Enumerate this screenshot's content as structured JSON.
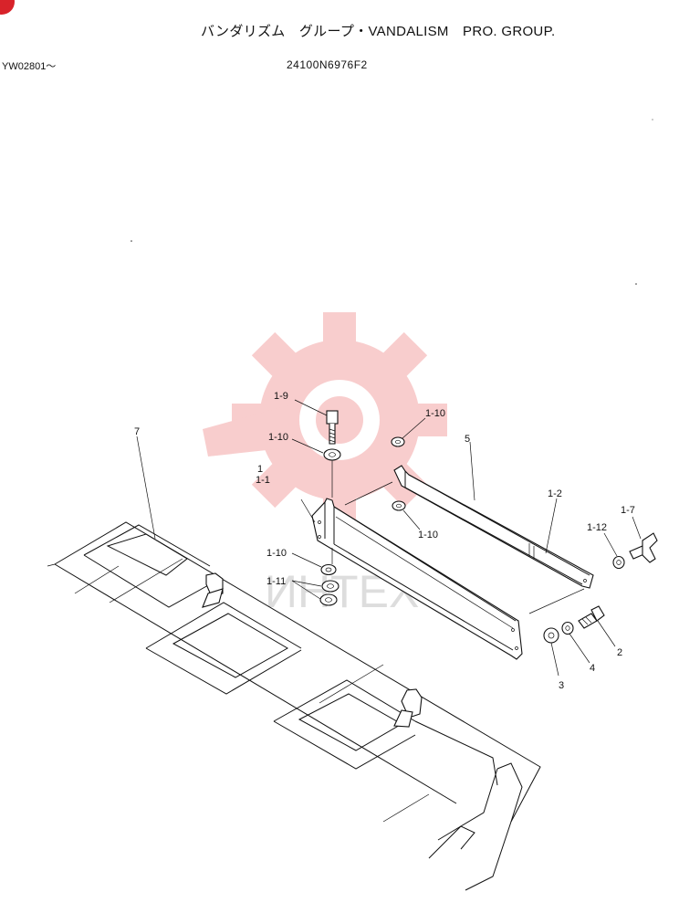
{
  "header": {
    "title": "バンダリズム　グループ・VANDALISM　PRO. GROUP.",
    "serial": "YW02801～",
    "part_number": "24100N6976F2"
  },
  "callouts": {
    "c7": "7",
    "c1_9": "1-9",
    "c1_10_a": "1-10",
    "c1_10_b": "1-10",
    "c1_10_c": "1-10",
    "c1_10_d": "1-10",
    "c1": "1",
    "c1_1": "1-1",
    "c5": "5",
    "c1_2": "1-2",
    "c1_7": "1-7",
    "c1_12": "1-12",
    "c1_11": "1-11",
    "c2": "2",
    "c3": "3",
    "c4": "4"
  },
  "watermark": {
    "text": "ИНТЕХ",
    "gear_color": "#f4a5a5"
  },
  "colors": {
    "badge": "#d8232a",
    "ink": "#111111"
  }
}
